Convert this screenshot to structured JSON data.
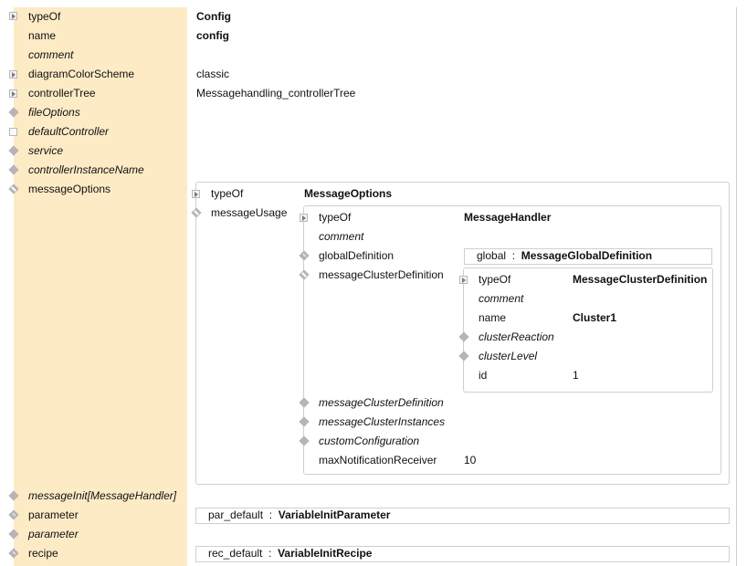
{
  "root": {
    "rows": [
      {
        "key": "typeOf",
        "value": "Config",
        "icon": "expand-icon"
      },
      {
        "key": "name",
        "value": "config",
        "icon": ""
      },
      {
        "key": "comment",
        "value": "",
        "icon": ""
      },
      {
        "key": "diagramColorScheme",
        "value": "classic",
        "icon": "expand-icon"
      },
      {
        "key": "controllerTree",
        "value": "Messagehandling_controllerTree",
        "icon": "expand-icon"
      },
      {
        "key": "fileOptions",
        "value": "",
        "icon": "diamond-icon"
      },
      {
        "key": "defaultController",
        "value": "",
        "icon": "checkbox-icon"
      },
      {
        "key": "service",
        "value": "",
        "icon": "diamond-icon"
      },
      {
        "key": "controllerInstanceName",
        "value": "",
        "icon": "diamond-icon"
      },
      {
        "key": "messageOptions",
        "value": "",
        "icon": "diamond-collapse-icon"
      }
    ],
    "bottom_rows": [
      {
        "key": "messageInit[MessageHandler]",
        "icon": "diamond-icon"
      },
      {
        "key": "parameter",
        "icon": "diamond-add-icon",
        "ref_name": "par_default",
        "ref_type": "VariableInitParameter"
      },
      {
        "key": "parameter",
        "icon": "diamond-icon"
      },
      {
        "key": "recipe",
        "icon": "diamond-add-icon",
        "ref_name": "rec_default",
        "ref_type": "VariableInitRecipe"
      }
    ]
  },
  "messageOptions": {
    "typeOf_key": "typeOf",
    "typeOf_value": "MessageOptions",
    "usage_key": "messageUsage"
  },
  "messageUsage": {
    "typeOf_key": "typeOf",
    "typeOf_value": "MessageHandler",
    "comment_key": "comment",
    "global_key": "globalDefinition",
    "global_ref_name": "global",
    "global_ref_type": "MessageGlobalDefinition",
    "cluster_key": "messageClusterDefinition",
    "more_rows": [
      {
        "key": "messageClusterDefinition"
      },
      {
        "key": "messageClusterInstances"
      },
      {
        "key": "customConfiguration"
      }
    ],
    "max_key": "maxNotificationReceiver",
    "max_value": "10"
  },
  "cluster": {
    "rows": [
      {
        "key": "typeOf",
        "value": "MessageClusterDefinition",
        "icon": "expand-icon"
      },
      {
        "key": "comment",
        "value": "",
        "icon": ""
      },
      {
        "key": "name",
        "value": "Cluster1",
        "icon": ""
      },
      {
        "key": "clusterReaction",
        "value": "",
        "icon": "diamond-icon"
      },
      {
        "key": "clusterLevel",
        "value": "",
        "icon": "diamond-icon"
      },
      {
        "key": "id",
        "value": "1",
        "icon": ""
      }
    ]
  },
  "colors": {
    "key_column": "#fdebc6",
    "border": "#cfcfcf",
    "icon": "#b5b5b5"
  }
}
